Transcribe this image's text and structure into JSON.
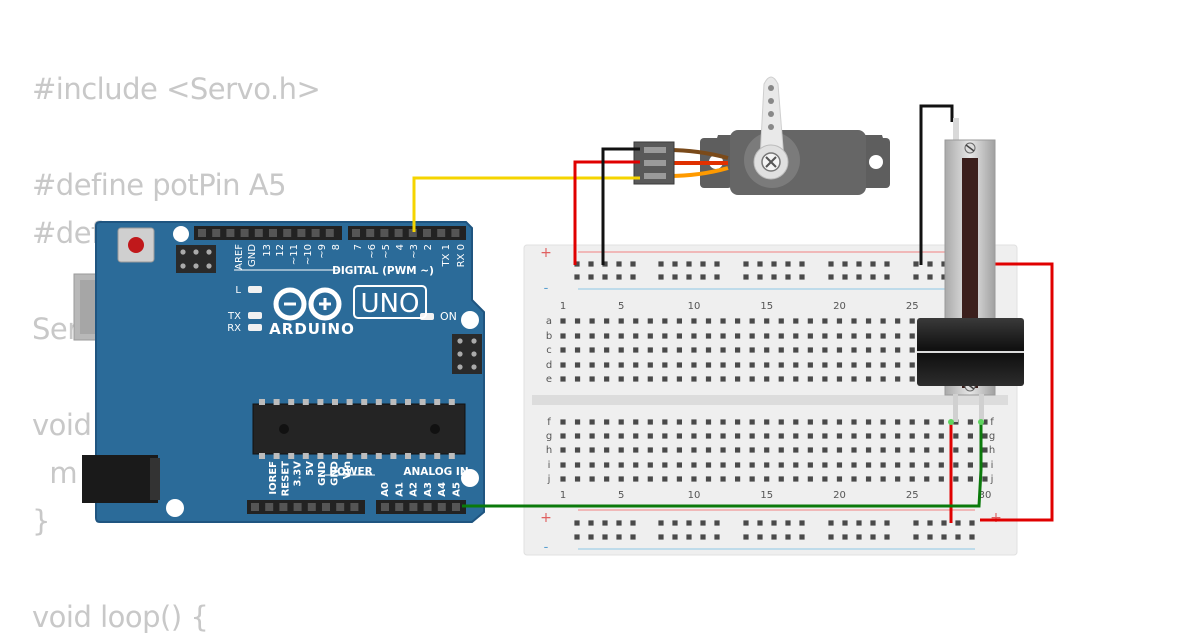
{
  "code": {
    "lines": [
      "#include <Servo.h>",
      "",
      "#define potPin A5",
      "#def",
      "",
      "Ser",
      "",
      "void",
      "  m",
      "}",
      "",
      "void loop() {"
    ]
  },
  "arduino": {
    "brand": "ARDUINO",
    "model": "UNO",
    "on_label": "ON",
    "l_label": "L",
    "tx_label": "TX",
    "rx_label": "RX",
    "digital_label": "DIGITAL (PWM ~)",
    "power_label": "POWER",
    "analog_label": "ANALOG IN",
    "top_pins": [
      "AREF",
      "GND",
      "13",
      "12",
      "~11",
      "~10",
      "~9",
      "8",
      "7",
      "~6",
      "~5",
      "4",
      "~3",
      "2",
      "TX 1",
      "RX 0"
    ],
    "power_pins": [
      "IOREF",
      "RESET",
      "3.3V",
      "5V",
      "GND",
      "GND",
      "Vin"
    ],
    "analog_pins": [
      "A0",
      "A1",
      "A2",
      "A3",
      "A4",
      "A5"
    ]
  },
  "breadboard": {
    "column_labels": [
      "1",
      "5",
      "10",
      "15",
      "20",
      "25",
      "30"
    ],
    "row_labels_top": [
      "a",
      "b",
      "c",
      "d",
      "e"
    ],
    "row_labels_bottom": [
      "f",
      "g",
      "h",
      "i",
      "j"
    ],
    "plus": "+",
    "minus": "-"
  },
  "colors": {
    "board": "#2b6b99",
    "board_dark": "#1f5580",
    "wire_yellow": "#f5d400",
    "wire_red": "#e00000",
    "wire_black": "#111111",
    "wire_green": "#0b7a0b",
    "servo_body": "#5e5e5e",
    "code_text": "#c8c8c8"
  },
  "icons": {
    "arduino_logo": "infinity-logo-icon",
    "servo_screw": "screw-icon"
  }
}
